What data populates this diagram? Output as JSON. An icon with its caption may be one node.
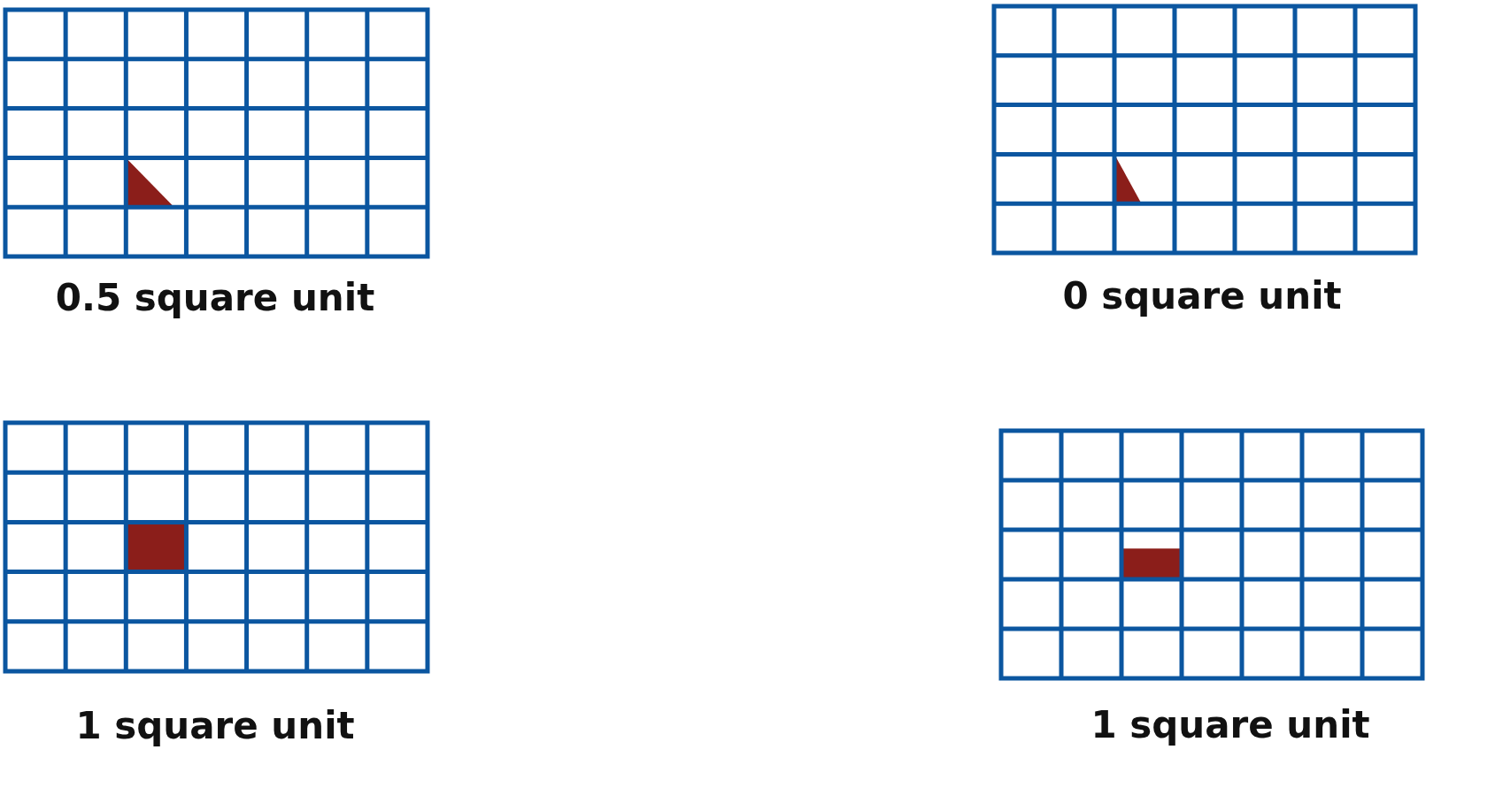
{
  "diagram": {
    "labels": [
      "0.5 square unit",
      "0 square unit",
      "1 square unit",
      "1 square unit"
    ]
  }
}
